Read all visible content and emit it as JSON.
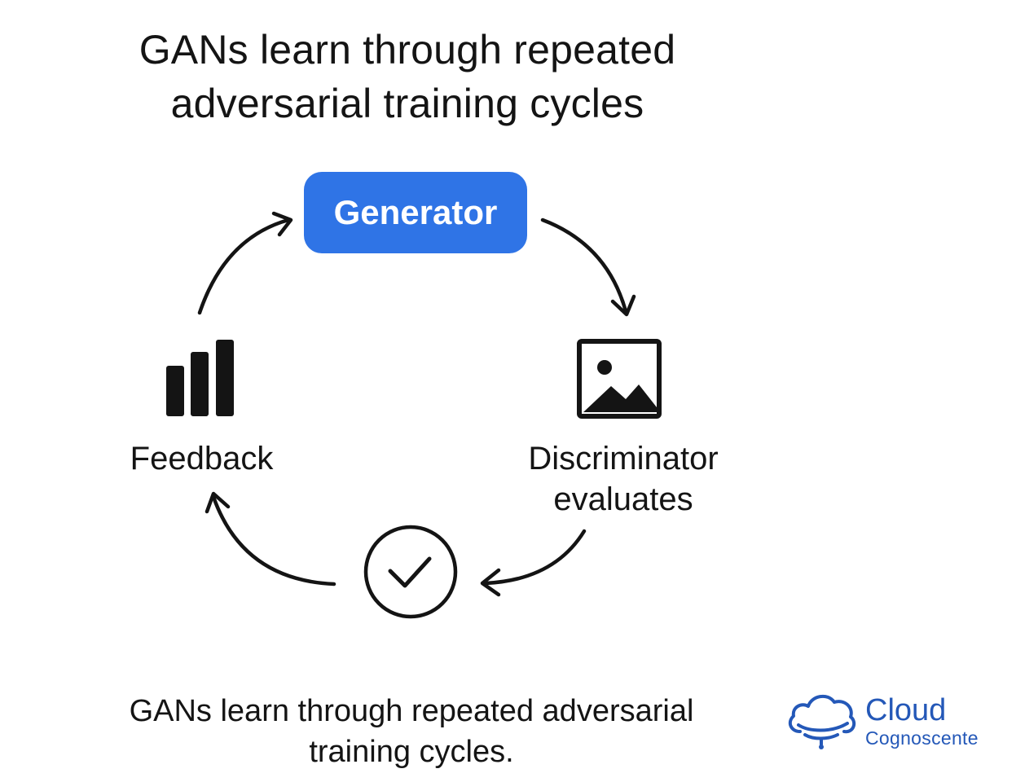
{
  "title": {
    "line1": "GANs learn through repeated",
    "line2": "adversarial training cycles"
  },
  "nodes": {
    "generator": {
      "label": "Generator"
    },
    "discriminator": {
      "line1": "Discriminator",
      "line2": "evaluates",
      "icon": "image-icon"
    },
    "check": {
      "icon": "check-circle-icon"
    },
    "feedback": {
      "label": "Feedback",
      "icon": "bar-chart-icon"
    }
  },
  "caption": {
    "line1": "GANs learn through repeated adversarial",
    "line2": "training cycles."
  },
  "logo": {
    "line1": "Cloud",
    "line2": "Cognoscente",
    "icon": "cloud-icon"
  },
  "colors": {
    "accent": "#2f74e6",
    "text": "#141414",
    "logo": "#2458b8"
  }
}
